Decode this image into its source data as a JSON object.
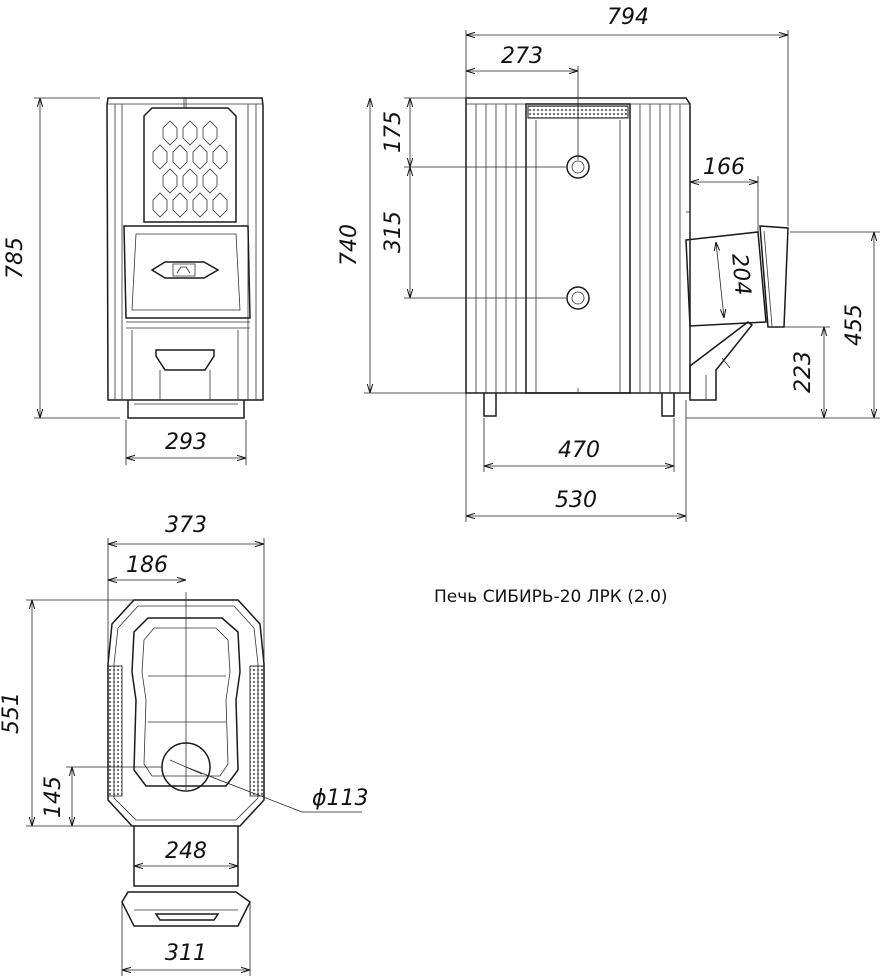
{
  "caption": "Печь СИБИРЬ-20 ЛРК (2.0)",
  "dimensions": {
    "front_height": "785",
    "front_width": "293",
    "side_total_length": "794",
    "side_to_door": "273",
    "side_top_to_hole": "175",
    "side_hole_spacing": "315",
    "side_height": "740",
    "chimney_offset": "166",
    "chimney_size": "204",
    "chimney_height": "455",
    "chimney_base_height": "223",
    "legs_spacing": "470",
    "body_depth": "530",
    "top_total_width": "373",
    "top_center_offset": "186",
    "top_depth": "551",
    "flue_offset": "145",
    "flue_diameter": "ϕ113",
    "tunnel_width": "248",
    "door_width": "311"
  }
}
